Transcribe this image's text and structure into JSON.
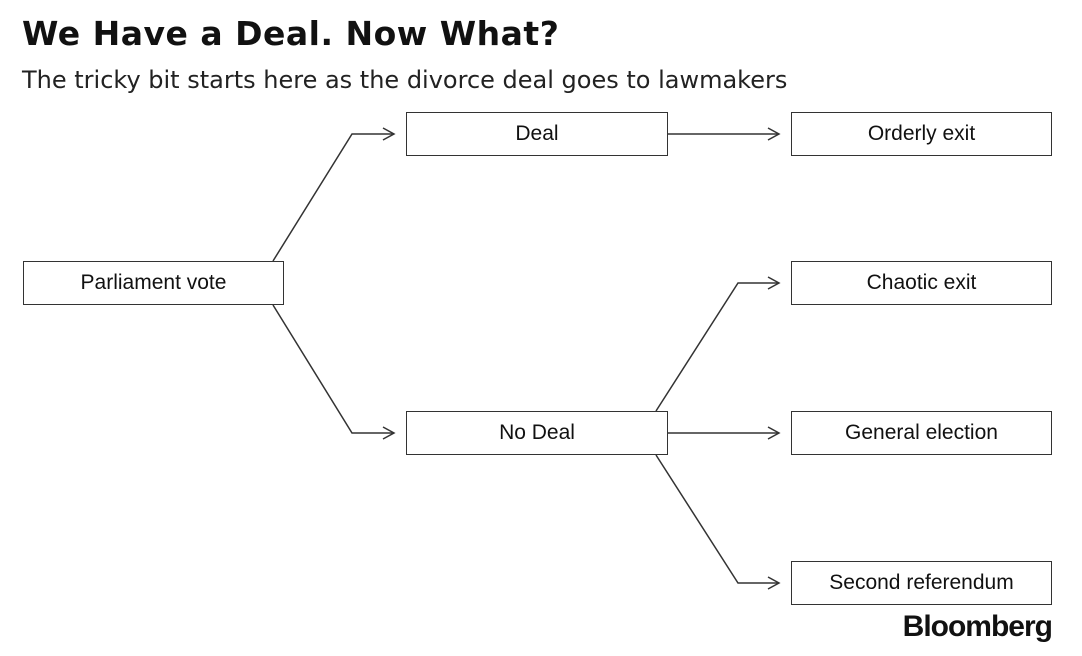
{
  "header": {
    "title": "We Have a Deal. Now What?",
    "subtitle": "The tricky bit starts here as the divorce deal goes to lawmakers"
  },
  "diagram": {
    "nodes": {
      "parliament_vote": "Parliament vote",
      "deal": "Deal",
      "no_deal": "No Deal",
      "orderly_exit": "Orderly exit",
      "chaotic_exit": "Chaotic exit",
      "general_election": "General election",
      "second_referendum": "Second referendum"
    },
    "edges": [
      {
        "from": "parliament_vote",
        "to": "deal"
      },
      {
        "from": "parliament_vote",
        "to": "no_deal"
      },
      {
        "from": "deal",
        "to": "orderly_exit"
      },
      {
        "from": "no_deal",
        "to": "chaotic_exit"
      },
      {
        "from": "no_deal",
        "to": "general_election"
      },
      {
        "from": "no_deal",
        "to": "second_referendum"
      }
    ],
    "line_color": "#333333"
  },
  "footer": {
    "brand": "Bloomberg"
  }
}
